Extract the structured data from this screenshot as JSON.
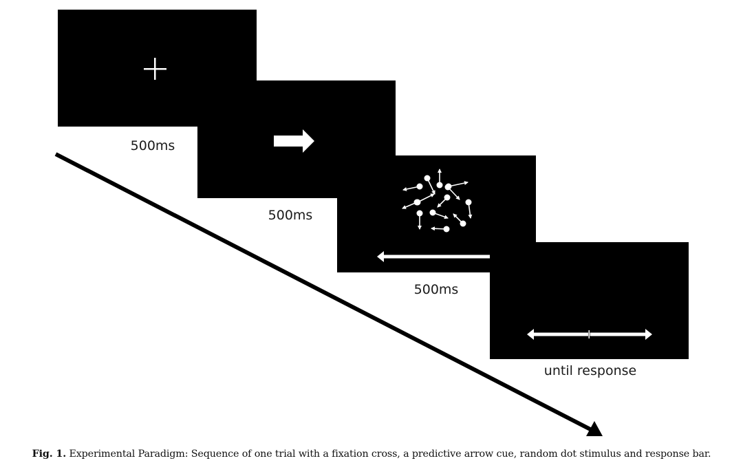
{
  "figure": {
    "frames": [
      {
        "name": "fixation",
        "stimulus": "fixation cross",
        "duration_label": "500ms"
      },
      {
        "name": "cue",
        "stimulus": "predictive arrow cue (right)",
        "duration_label": "500ms"
      },
      {
        "name": "random-dot",
        "stimulus": "random dot stimulus with response bar",
        "duration_label": "500ms"
      },
      {
        "name": "response",
        "stimulus": "response bar with center tick",
        "duration_label": "until response"
      }
    ],
    "timeline_arrow": "time-arrow",
    "colors": {
      "frame": "#000000",
      "stimulus": "#ffffff",
      "background": "#ffffff",
      "text": "#1a1a1a"
    }
  },
  "caption": {
    "label": "Fig. 1.",
    "text": " Experimental Paradigm: Sequence of one trial with a fixation cross, a predictive arrow cue, random dot stimulus and response bar."
  }
}
